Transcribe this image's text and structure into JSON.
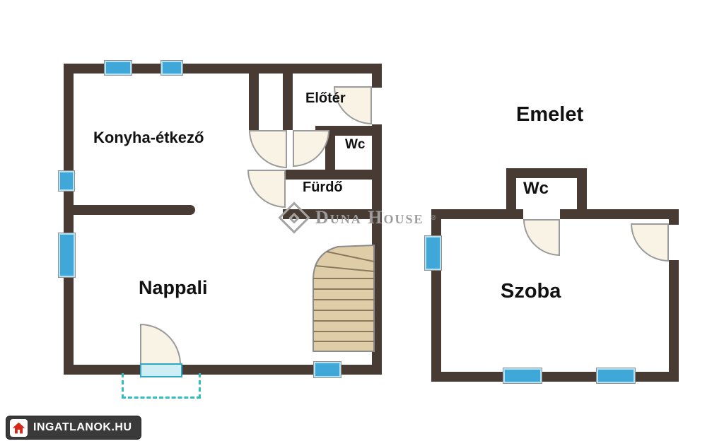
{
  "ground_floor": {
    "labels": {
      "kitchen": "Konyha-étkező",
      "hall": "Előtér",
      "wc": "Wc",
      "bathroom": "Fürdő",
      "living_room": "Nappali"
    }
  },
  "upper_floor": {
    "title": "Emelet",
    "labels": {
      "wc": "Wc",
      "room": "Szoba"
    }
  },
  "watermark": {
    "brand": "Duna House",
    "registered": "®"
  },
  "branding": {
    "site_logo": "INGATLANOK.HU"
  },
  "colors": {
    "wall": "#483b33",
    "window_blue": "#3fa8d8",
    "window_frame": "#b5e2f2",
    "door_fill": "#f8f3e4",
    "stairs_fill": "#dfcda8",
    "terrace_teal": "#2fbdbd",
    "watermark_grey": "#9c9c9c",
    "logo_red": "#d42a1e",
    "logo_background": "#3a3a3a"
  }
}
